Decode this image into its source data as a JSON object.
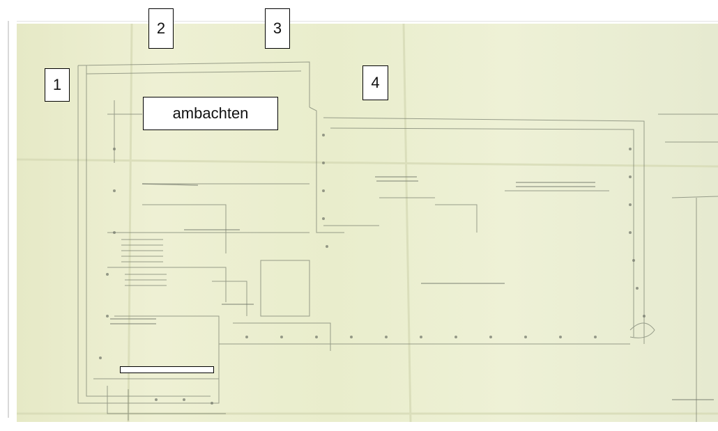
{
  "labels": {
    "marker_1": "1",
    "marker_2": "2",
    "marker_3": "3",
    "marker_4": "4",
    "room_name": "ambachten"
  },
  "colors": {
    "paper": "#e9edcc",
    "ink": "#6f7468"
  }
}
